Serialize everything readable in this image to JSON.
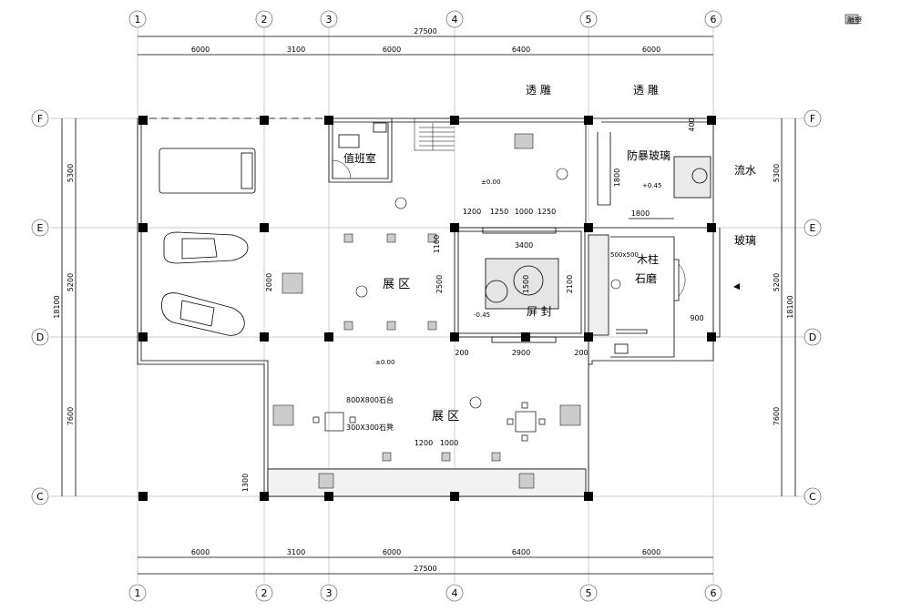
{
  "legend": {
    "label": "雕塑"
  },
  "grid": {
    "columns": [
      "1",
      "2",
      "3",
      "4",
      "5",
      "6"
    ],
    "rows": [
      "F",
      "E",
      "D",
      "C"
    ]
  },
  "dims": {
    "top_total": "27500",
    "bottom_total": "27500",
    "spans": [
      "6000",
      "3100",
      "6000",
      "6400",
      "6000"
    ],
    "left_rows": [
      "5300",
      "5200",
      "7600"
    ],
    "left_total": "18100",
    "right_rows": [
      "5300",
      "5200",
      "7600"
    ],
    "right_total": "18100"
  },
  "labels": {
    "carve1": "透 雕",
    "carve2": "透 雕",
    "guard": "值班室",
    "bulletproof": "防暴玻璃",
    "water": "流水",
    "glass": "玻璃",
    "pillar": "木柱",
    "pillar_size": "500x500",
    "millstone": "石磨",
    "exhibit1": "展 区",
    "exhibit2": "展 区",
    "screen": "屏 封",
    "table": "800X800石台",
    "stool": "300X300石凳"
  },
  "inner_dims": {
    "d1200a": "1200",
    "d1250a": "1250",
    "d1000a": "1000",
    "d1250b": "1250",
    "d3400": "3400",
    "d1100": "1100",
    "d2500": "2500",
    "d1500": "1500",
    "d2100": "2100",
    "d2900": "2900",
    "d200a": "200",
    "d200b": "200",
    "d2000": "2000",
    "d1200b": "1200",
    "d1000b": "1000",
    "d1300": "1300",
    "d1800a": "1800",
    "d1800b": "1800",
    "d900": "900",
    "d400": "400"
  },
  "levels": {
    "l1": "±0.00",
    "l2": "±0.00",
    "l3": "+0.45",
    "l4": "-0.45"
  }
}
